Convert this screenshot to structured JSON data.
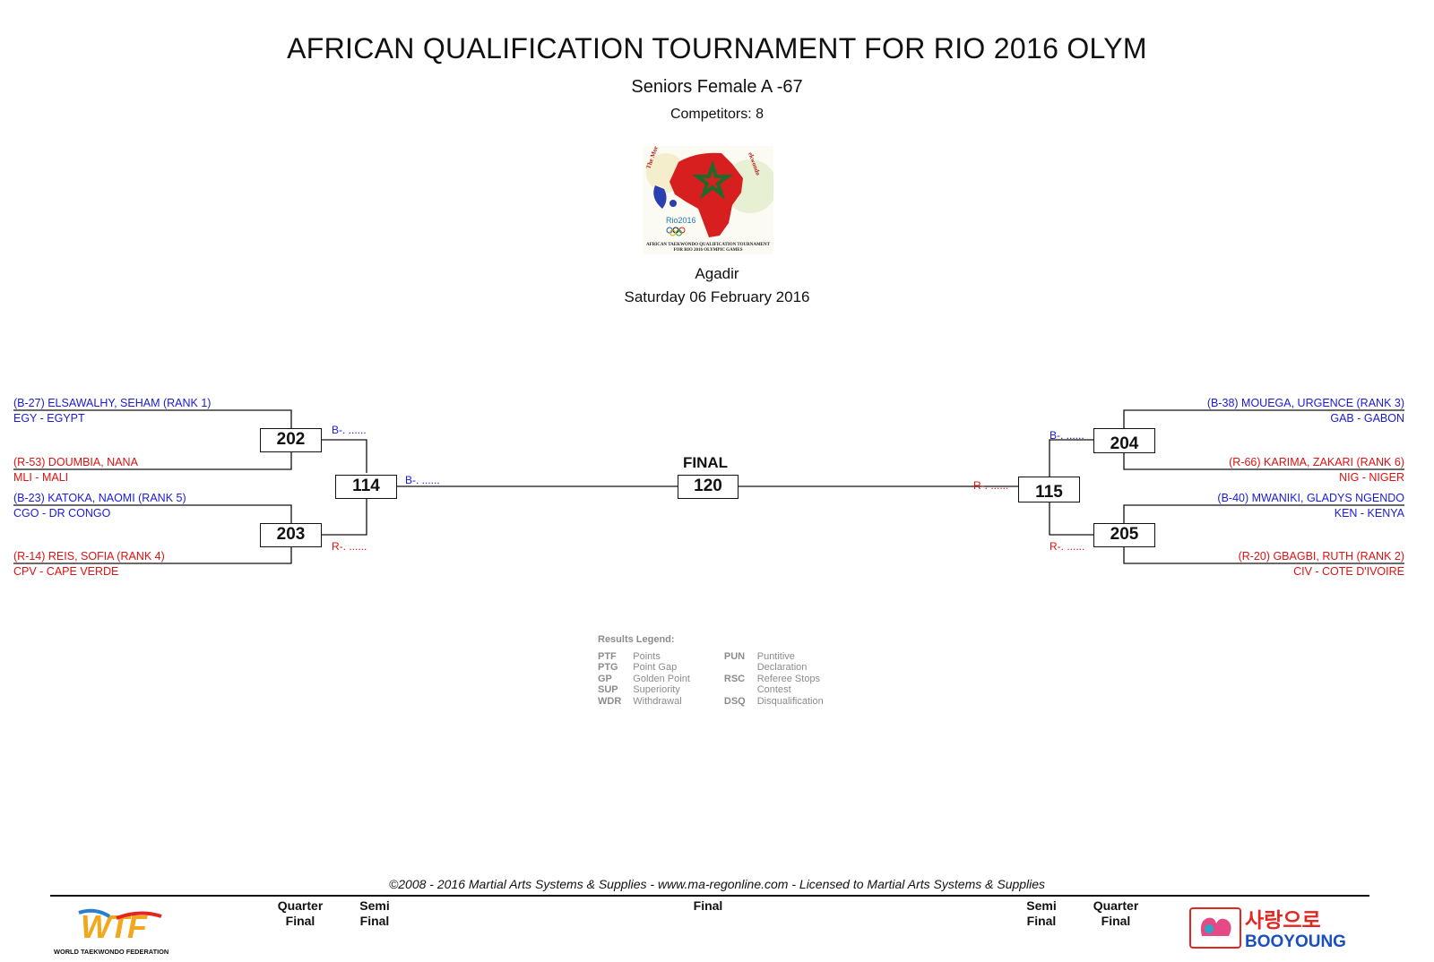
{
  "header": {
    "title": "AFRICAN QUALIFICATION TOURNAMENT FOR RIO 2016 OLYM",
    "subtitle": "Seniors Female A -67",
    "competitors": "Competitors: 8",
    "venue": "Agadir",
    "date": "Saturday 06 February 2016"
  },
  "event_logo": {
    "caption_line1": "AFRICAN TAEKWONDO QUALIFICATION TOURNAMENT",
    "caption_line2": "FOR RIO 2016 OLYMPIC GAMES",
    "arc_left": "The Mor",
    "arc_right": "ekwondo",
    "rio": "Rio2016"
  },
  "bracket": {
    "left": {
      "competitors": [
        {
          "name": "(B-27) ELSAWALHY, SEHAM (RANK 1)",
          "country": "EGY - EGYPT"
        },
        {
          "name": "(R-53) DOUMBIA, NANA",
          "country": "MLI - MALI"
        },
        {
          "name": "(B-23) KATOKA, NAOMI (RANK 5)",
          "country": "CGO - DR CONGO"
        },
        {
          "name": "(R-14) REIS, SOFIA (RANK 4)",
          "country": "CPV - CAPE VERDE"
        }
      ],
      "quarter_matches": [
        "202",
        "203"
      ],
      "semi_match": "114",
      "slot_b_top": "B-. ......",
      "slot_r_bottom": "R-. ......",
      "semi_slot": "B-. ......"
    },
    "right": {
      "competitors": [
        {
          "name": "(B-38) MOUEGA, URGENCE (RANK 3)",
          "country": "GAB - GABON"
        },
        {
          "name": "(R-66) KARIMA, ZAKARI (RANK 6)",
          "country": "NIG - NIGER"
        },
        {
          "name": "(B-40) MWANIKI, GLADYS NGENDO",
          "country": "KEN - KENYA"
        },
        {
          "name": "(R-20) GBAGBI, RUTH (RANK 2)",
          "country": "CIV - COTE D'IVOIRE"
        }
      ],
      "quarter_matches": [
        "204",
        "205"
      ],
      "semi_match": "115",
      "slot_b_top": "B-. ......",
      "slot_r_bottom": "R-. ......",
      "semi_slot": "R-. ......"
    },
    "final_label": "FINAL",
    "final_match": "120"
  },
  "legend": {
    "heading": "Results Legend:",
    "col1": [
      {
        "code": "PTF",
        "text": "Points"
      },
      {
        "code": "PTG",
        "text": "Point Gap"
      },
      {
        "code": "GP",
        "text": "Golden Point"
      },
      {
        "code": "SUP",
        "text": "Superiority"
      },
      {
        "code": "WDR",
        "text": "Withdrawal"
      }
    ],
    "col2": [
      {
        "code": "PUN",
        "text": "Puntitive"
      },
      {
        "code": "",
        "text": "Declaration"
      },
      {
        "code": "RSC",
        "text": "Referee Stops"
      },
      {
        "code": "",
        "text": "Contest"
      },
      {
        "code": "DSQ",
        "text": "Disqualification"
      }
    ]
  },
  "footer": {
    "copyright": "©2008 - 2016 Martial Arts Systems & Supplies - www.ma-regonline.com - Licensed to Martial Arts Systems & Supplies",
    "rounds": {
      "quarter_left_1": "Quarter",
      "quarter_left_2": "Final",
      "semi_left_1": "Semi",
      "semi_left_2": "Final",
      "final": "Final",
      "semi_right_1": "Semi",
      "semi_right_2": "Final",
      "quarter_right_1": "Quarter",
      "quarter_right_2": "Final"
    },
    "wtf_text": "WORLD TAEKWONDO FEDERATION",
    "wtf_mark": "WTF",
    "sponsor_korean": "사랑으로",
    "sponsor_name": "BOOYOUNG"
  },
  "colors": {
    "blue": "#1a1ad6",
    "red": "#dd1111",
    "legend_gray": "#8c8c8c"
  }
}
